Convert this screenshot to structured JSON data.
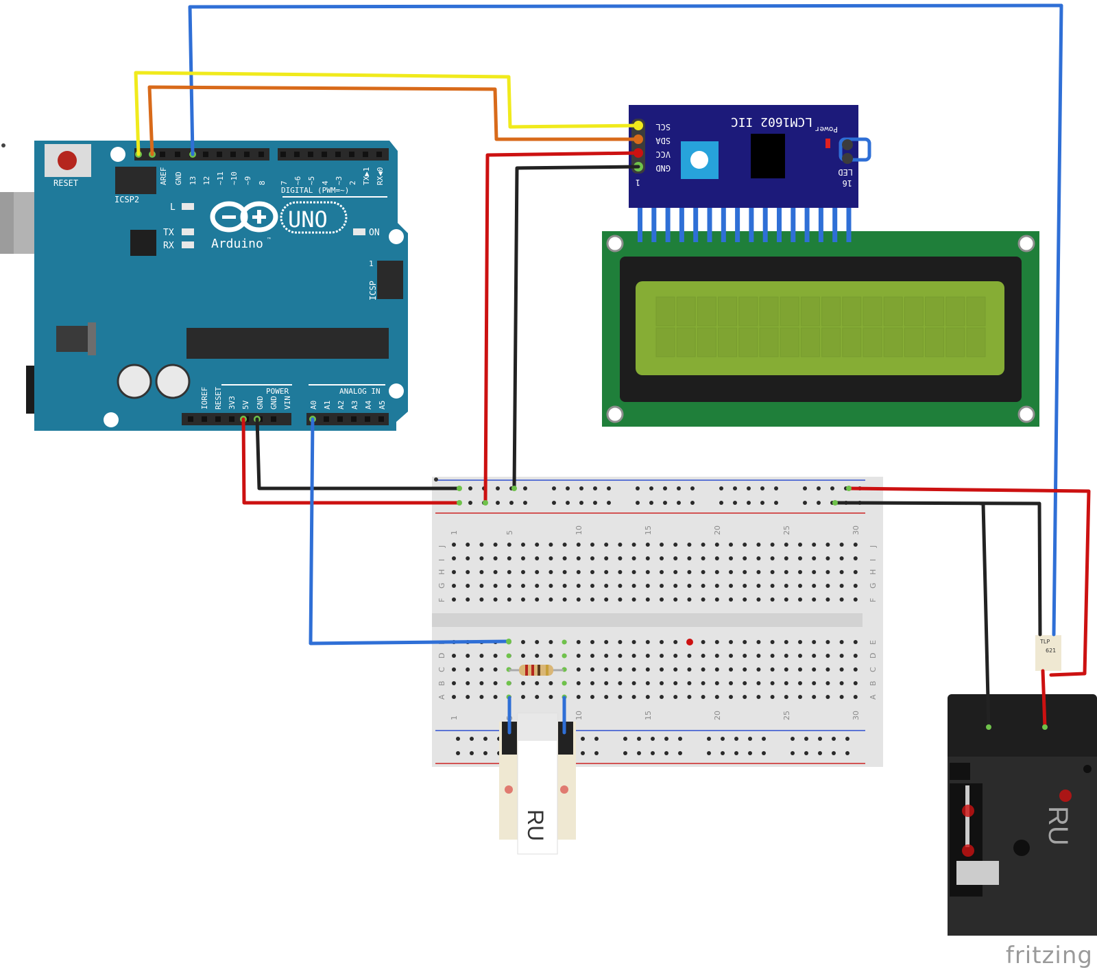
{
  "arduino": {
    "reset_label": "RESET",
    "icsp2_label": "ICSP2",
    "icsp_label": "ICSP",
    "icsp_pin1": "1",
    "digital_label": "DIGITAL (PWM=~)",
    "digital_pins": [
      "AREF",
      "GND",
      "13",
      "12",
      "~11",
      "~10",
      "~9",
      "8",
      "7",
      "~6",
      "~5",
      "4",
      "~3",
      "2",
      "TX▶1",
      "RX◀0"
    ],
    "led_l": "L",
    "led_tx": "TX",
    "led_rx": "RX",
    "led_on": "ON",
    "logo_text": "Arduino",
    "logo_tm": "™",
    "model": "UNO",
    "power_label": "POWER",
    "power_pins": [
      "IOREF",
      "RESET",
      "3V3",
      "5V",
      "GND",
      "GND",
      "VIN"
    ],
    "analog_label": "ANALOG IN",
    "analog_pins": [
      "A0",
      "A1",
      "A2",
      "A3",
      "A4",
      "A5"
    ]
  },
  "i2c_module": {
    "title": "LCM1602 IIC",
    "power_label": "Power",
    "pins": [
      "SCL",
      "SDA",
      "VCC",
      "GND"
    ],
    "pin1": "1",
    "pin16": "16",
    "led_label": "LED"
  },
  "breadboard": {
    "col_numbers": [
      "1",
      "5",
      "10",
      "15",
      "20",
      "25",
      "30"
    ],
    "rows_top": [
      "J",
      "I",
      "H",
      "G",
      "F"
    ],
    "rows_bottom": [
      "E",
      "D",
      "C",
      "B",
      "A"
    ]
  },
  "optocoupler": {
    "line1": "TLP",
    "line2": "621"
  },
  "relay_marking": "RU",
  "watermark": "fritzing",
  "colors": {
    "arduino_board": "#1f7a9b",
    "i2c_board": "#1c1a7a",
    "lcd_pcb": "#1f7f3a",
    "lcd_glass": "#86ad35",
    "wire_blue": "#2f6fd6",
    "wire_red": "#cc1111",
    "wire_black": "#222222",
    "wire_yellow": "#f0ea1c",
    "wire_orange": "#d86a1a",
    "breadboard": "#e4e4e4"
  }
}
